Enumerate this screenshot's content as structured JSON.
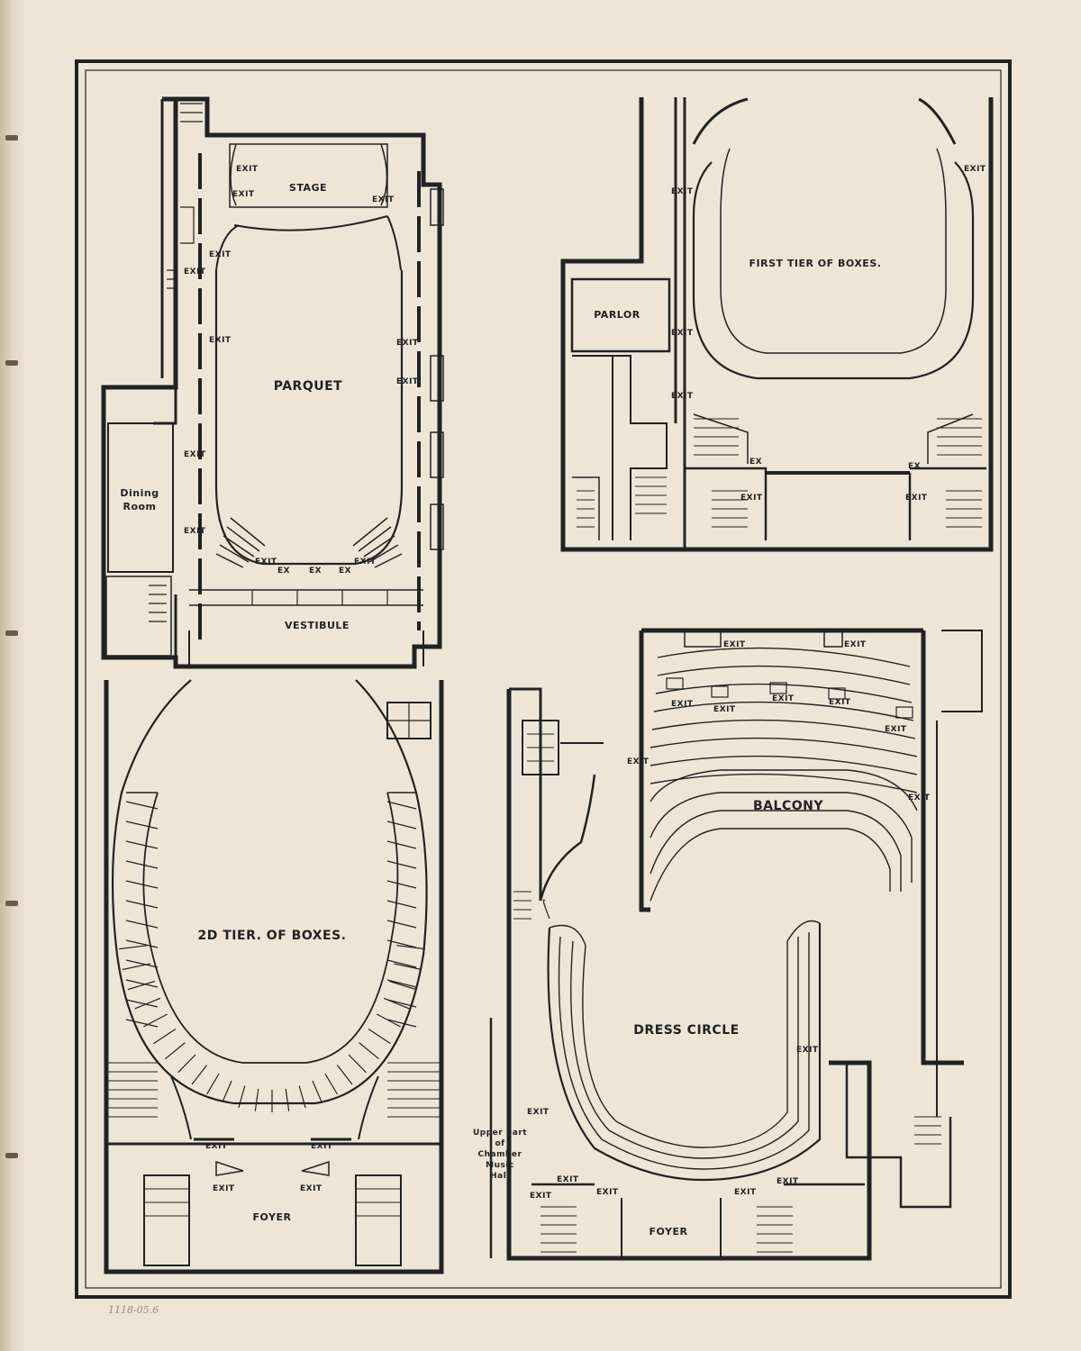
{
  "plans": {
    "parquet": {
      "title": "PARQUET",
      "stage": "STAGE",
      "vestibule": "VESTIBULE",
      "dining": "Dining",
      "room": "Room",
      "exit": "EXIT",
      "ex": "EX"
    },
    "first_tier": {
      "title": "FIRST TIER OF BOXES.",
      "parlor": "PARLOR",
      "exit": "EXIT",
      "ex": "EX"
    },
    "second_tier": {
      "title": "2D TIER. OF BOXES.",
      "foyer": "FOYER",
      "exit": "EXIT"
    },
    "balcony": {
      "title": "BALCONY",
      "dress_circle": "DRESS CIRCLE",
      "foyer": "FOYER",
      "exit": "EXIT",
      "chamber_1": "Upper part",
      "chamber_2": "of",
      "chamber_3": "Chamber",
      "chamber_4": "Music",
      "chamber_5": "Hall"
    }
  },
  "annotation": "1118-05.6",
  "colors": {
    "paper": "#efe5d6",
    "ink": "#222222"
  }
}
